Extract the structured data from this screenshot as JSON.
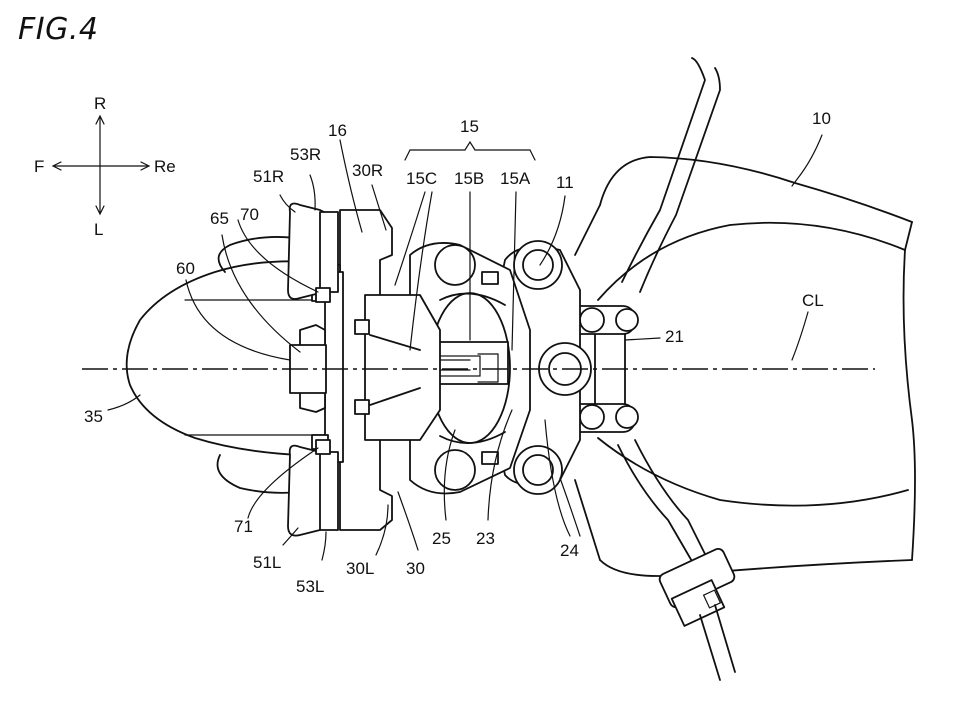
{
  "figure": {
    "title": "FIG.4"
  },
  "compass": {
    "up": "R",
    "down": "L",
    "left": "F",
    "right": "Re"
  },
  "labels": {
    "l10": "10",
    "l11": "11",
    "l15": "15",
    "l15A": "15A",
    "l15B": "15B",
    "l15C": "15C",
    "l16": "16",
    "l21": "21",
    "l23": "23",
    "l24": "24",
    "l25": "25",
    "l30": "30",
    "l30R": "30R",
    "l30L": "30L",
    "l35": "35",
    "l51R": "51R",
    "l51L": "51L",
    "l53R": "53R",
    "l53L": "53L",
    "l60": "60",
    "l65": "65",
    "l70": "70",
    "l71": "71",
    "lCL": "CL"
  }
}
